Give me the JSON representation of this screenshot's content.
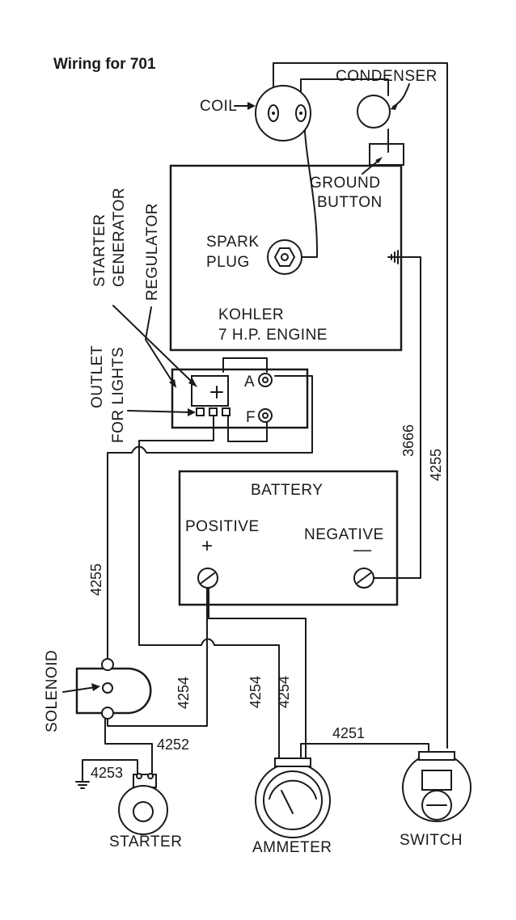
{
  "title": "Wiring for 701",
  "labels": {
    "coil": "COIL",
    "condenser": "CONDENSER",
    "ground_button_1": "GROUND",
    "ground_button_2": "BUTTON",
    "spark_plug_1": "SPARK",
    "spark_plug_2": "PLUG",
    "engine_1": "KOHLER",
    "engine_2": "7 H.P. ENGINE",
    "starter_generator_1": "STARTER",
    "starter_generator_2": "GENERATOR",
    "regulator": "REGULATOR",
    "outlet_1": "OUTLET",
    "outlet_2": "FOR LIGHTS",
    "terminal_a": "A",
    "terminal_f": "F",
    "battery": "BATTERY",
    "positive": "POSITIVE",
    "positive_sign": "+",
    "negative": "NEGATIVE",
    "negative_sign": "—",
    "solenoid": "SOLENOID",
    "starter": "STARTER",
    "ammeter": "AMMETER",
    "switch": "SWITCH"
  },
  "wires": {
    "w3666": "3666",
    "w4255_right": "4255",
    "w4255_left": "4255",
    "w4254_a": "4254",
    "w4254_b": "4254",
    "w4254_c": "4254",
    "w4252": "4252",
    "w4253": "4253",
    "w4251": "4251"
  }
}
